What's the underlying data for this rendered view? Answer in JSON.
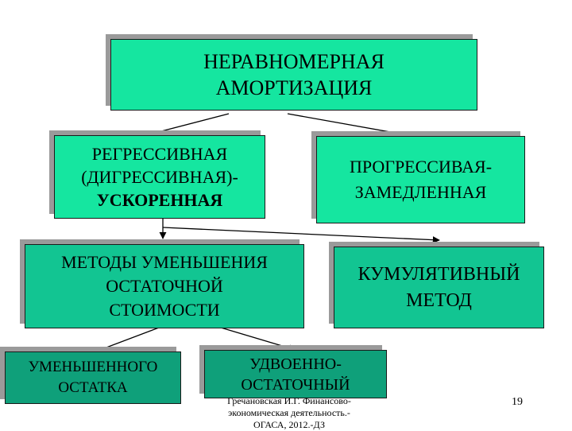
{
  "nodes": {
    "root": {
      "lines": [
        "НЕРАВНОМЕРНАЯ",
        "АМОРТИЗАЦИЯ"
      ]
    },
    "regressive": {
      "lines": [
        "РЕГРЕССИВНАЯ",
        "(ДИГРЕССИВНАЯ)-"
      ],
      "bold_line": "УСКОРЕННАЯ"
    },
    "progressive": {
      "lines": [
        "ПРОГРЕССИВАЯ-",
        "ЗАМЕДЛЕННАЯ"
      ]
    },
    "reducing_balance": {
      "lines": [
        "МЕТОДЫ УМЕНЬШЕНИЯ",
        "ОСТАТОЧНОЙ",
        "СТОИМОСТИ"
      ]
    },
    "cumulative": {
      "lines": [
        "КУМУЛЯТИВНЫЙ",
        "МЕТОД"
      ]
    },
    "reduced_balance": {
      "lines": [
        "УМЕНЬШЕННОГО",
        "ОСТАТКА"
      ]
    },
    "double_declining": {
      "lines": [
        "УДВОЕННО-",
        "ОСТАТОЧНЫЙ"
      ]
    }
  },
  "footer": {
    "lines": [
      "Гречановская И.Г. Финансово-",
      "экономическая деятельность.-",
      "ОГАСА, 2012.-ДЗ"
    ],
    "page_number": "19"
  },
  "colors": {
    "bright": "#15e6a0",
    "mid": "#12c592",
    "dark": "#0fa07a",
    "shadow": "#9a9a9a"
  }
}
